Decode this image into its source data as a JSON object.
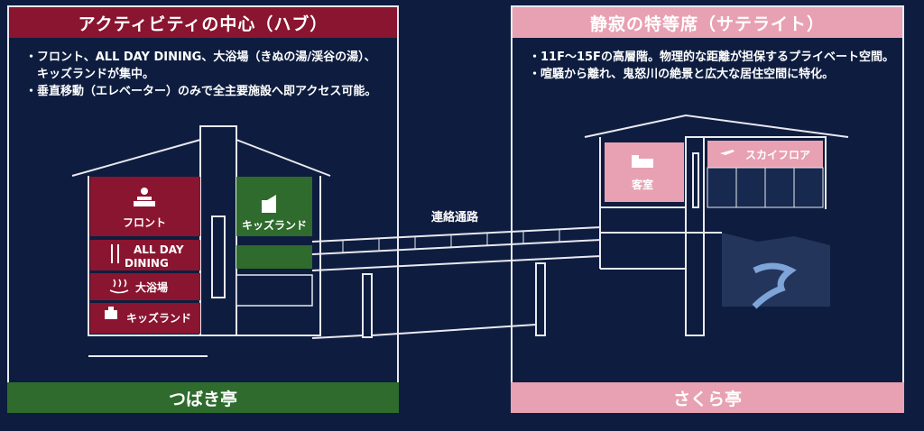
{
  "hub": {
    "title": "アクティビティの中心（ハブ）",
    "bullets": [
      "・フロント、ALL DAY DINING、大浴場（きぬの湯/渓谷の湯）、",
      "　キッズランドが集中。",
      "・垂直移動（エレベーター）のみで全主要施設へ即アクセス可能。"
    ],
    "floors": {
      "front": "フロント",
      "dining_line1": "ALL DAY",
      "dining_line2": "DINING",
      "bath": "大浴場",
      "kids_lower": "キッズランド",
      "kids_upper": "キッズランド"
    },
    "footer": "つばき亭"
  },
  "bridge_label": "連絡通路",
  "satellite": {
    "title": "静寂の特等席（サテライト）",
    "bullets": [
      "・11F〜15Fの高層階。物理的な距離が担保するプライベート空間。",
      "・喧騒から離れ、鬼怒川の絶景と広大な居住空間に特化。"
    ],
    "rooms": {
      "guest": "客室",
      "sky": "スカイフロア"
    },
    "footer": "さくら亭"
  },
  "colors": {
    "background": "#0e1d3f",
    "crimson": "#8a1530",
    "pink": "#e8a1b2",
    "green": "#2e6b2d",
    "line": "#e9e9ef"
  }
}
